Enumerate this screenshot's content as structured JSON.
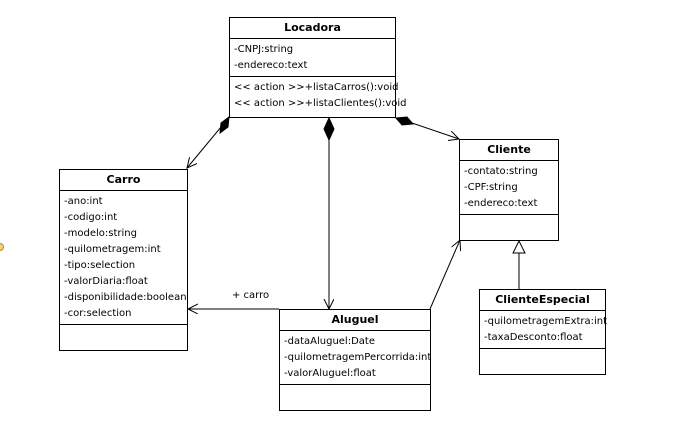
{
  "classes": {
    "locadora": {
      "name": "Locadora",
      "attributes": [
        "-CNPJ:string",
        "-endereco:text"
      ],
      "operations": [
        "<< action >>+listaCarros():void",
        "<< action >>+listaClientes():void"
      ]
    },
    "carro": {
      "name": "Carro",
      "attributes": [
        "-ano:int",
        "-codigo:int",
        "-modelo:string",
        "-quilometragem:int",
        "-tipo:selection",
        "-valorDiaria:float",
        "-disponibilidade:boolean",
        "-cor:selection"
      ]
    },
    "cliente": {
      "name": "Cliente",
      "attributes": [
        "-contato:string",
        "-CPF:string",
        "-endereco:text"
      ]
    },
    "aluguel": {
      "name": "Aluguel",
      "attributes": [
        "-dataAluguel:Date",
        "-quilometragemPercorrida:int",
        "-valorAluguel:float"
      ]
    },
    "clienteEspecial": {
      "name": "ClienteEspecial",
      "attributes": [
        "-quilometragemExtra:int",
        "-taxaDesconto:float"
      ]
    }
  },
  "associations": {
    "aluguel_carro_role": "+ carro"
  }
}
